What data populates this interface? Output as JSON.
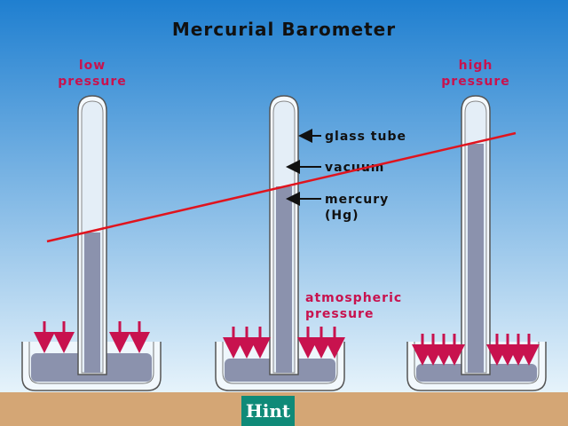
{
  "title": "Mercurial Barometer",
  "labels": {
    "low_pressure": [
      "low",
      "pressure"
    ],
    "high_pressure": [
      "high",
      "pressure"
    ],
    "glass_tube": "glass tube",
    "vacuum": "vacuum",
    "mercury": [
      "mercury",
      "(Hg)"
    ],
    "atmospheric_pressure": [
      "atmospheric",
      "pressure"
    ]
  },
  "hint_button": "Hint",
  "colors": {
    "sky_top": "#1f7fd0",
    "sky_bottom": "#e3f2fb",
    "ground": "#d4a675",
    "mercury": "#8b92ad",
    "arrow": "#c8124e",
    "trend_line": "#e0141e",
    "hint_bg": "#0f8a78"
  }
}
